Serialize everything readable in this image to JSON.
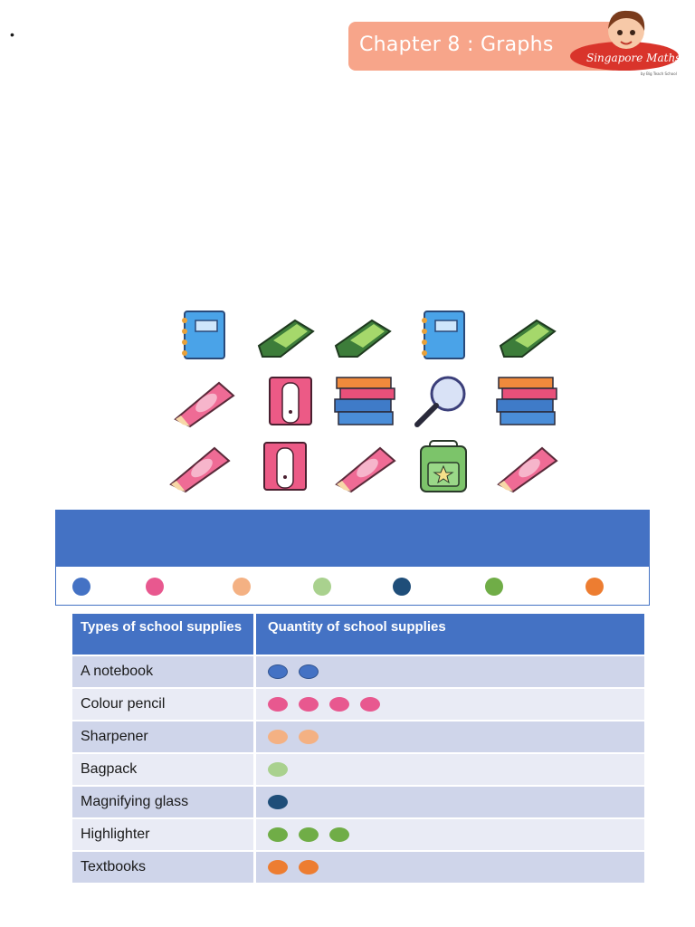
{
  "header": {
    "title": "Chapter 8 : Graphs",
    "logo_text": "Singapore Maths",
    "logo_subtext": "by Big Teach School"
  },
  "bullet": "•",
  "pictures": [
    "notebook-icon",
    "highlighter-icon",
    "highlighter-icon",
    "notebook-icon",
    "highlighter-icon",
    "colour-pencil-icon",
    "sharpener-icon",
    "textbooks-icon",
    "magnifying-glass-icon",
    "textbooks-icon",
    "colour-pencil-icon",
    "sharpener-icon",
    "colour-pencil-icon",
    "bagpack-icon",
    "colour-pencil-icon"
  ],
  "legend_colors": [
    "#4472c4",
    "#e8588f",
    "#f4b183",
    "#a9d18e",
    "#1f4e79",
    "#70ad47",
    "#ed7d31"
  ],
  "table": {
    "headers": {
      "type": "Types of school supplies",
      "quantity": "Quantity of school supplies"
    },
    "rows": [
      {
        "type": "A notebook",
        "count": 2,
        "color": "#4472c4",
        "outline": "#2f528f"
      },
      {
        "type": "Colour pencil",
        "count": 4,
        "color": "#e8588f",
        "outline": "#e8588f"
      },
      {
        "type": "Sharpener",
        "count": 2,
        "color": "#f4b183",
        "outline": "#f4b183"
      },
      {
        "type": "Bagpack",
        "count": 1,
        "color": "#a9d18e",
        "outline": "#a9d18e"
      },
      {
        "type": "Magnifying glass",
        "count": 1,
        "color": "#1f4e79",
        "outline": "#1f4e79"
      },
      {
        "type": "Highlighter",
        "count": 3,
        "color": "#70ad47",
        "outline": "#70ad47"
      },
      {
        "type": "Textbooks",
        "count": 2,
        "color": "#ed7d31",
        "outline": "#ed7d31"
      }
    ]
  }
}
